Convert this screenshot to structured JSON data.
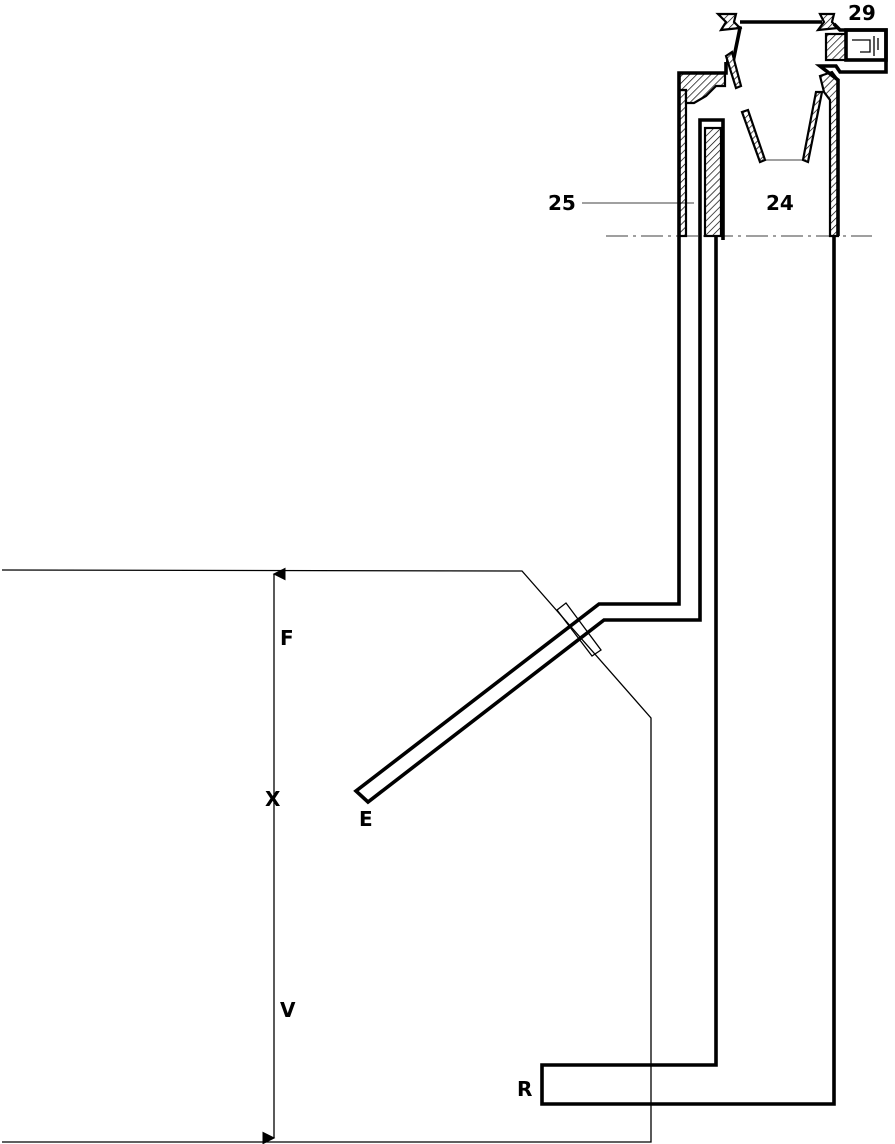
{
  "labels": {
    "part_29": "29",
    "part_24": "24",
    "part_25": "25",
    "F": "F",
    "X": "X",
    "E": "E",
    "V": "V",
    "R": "R"
  }
}
